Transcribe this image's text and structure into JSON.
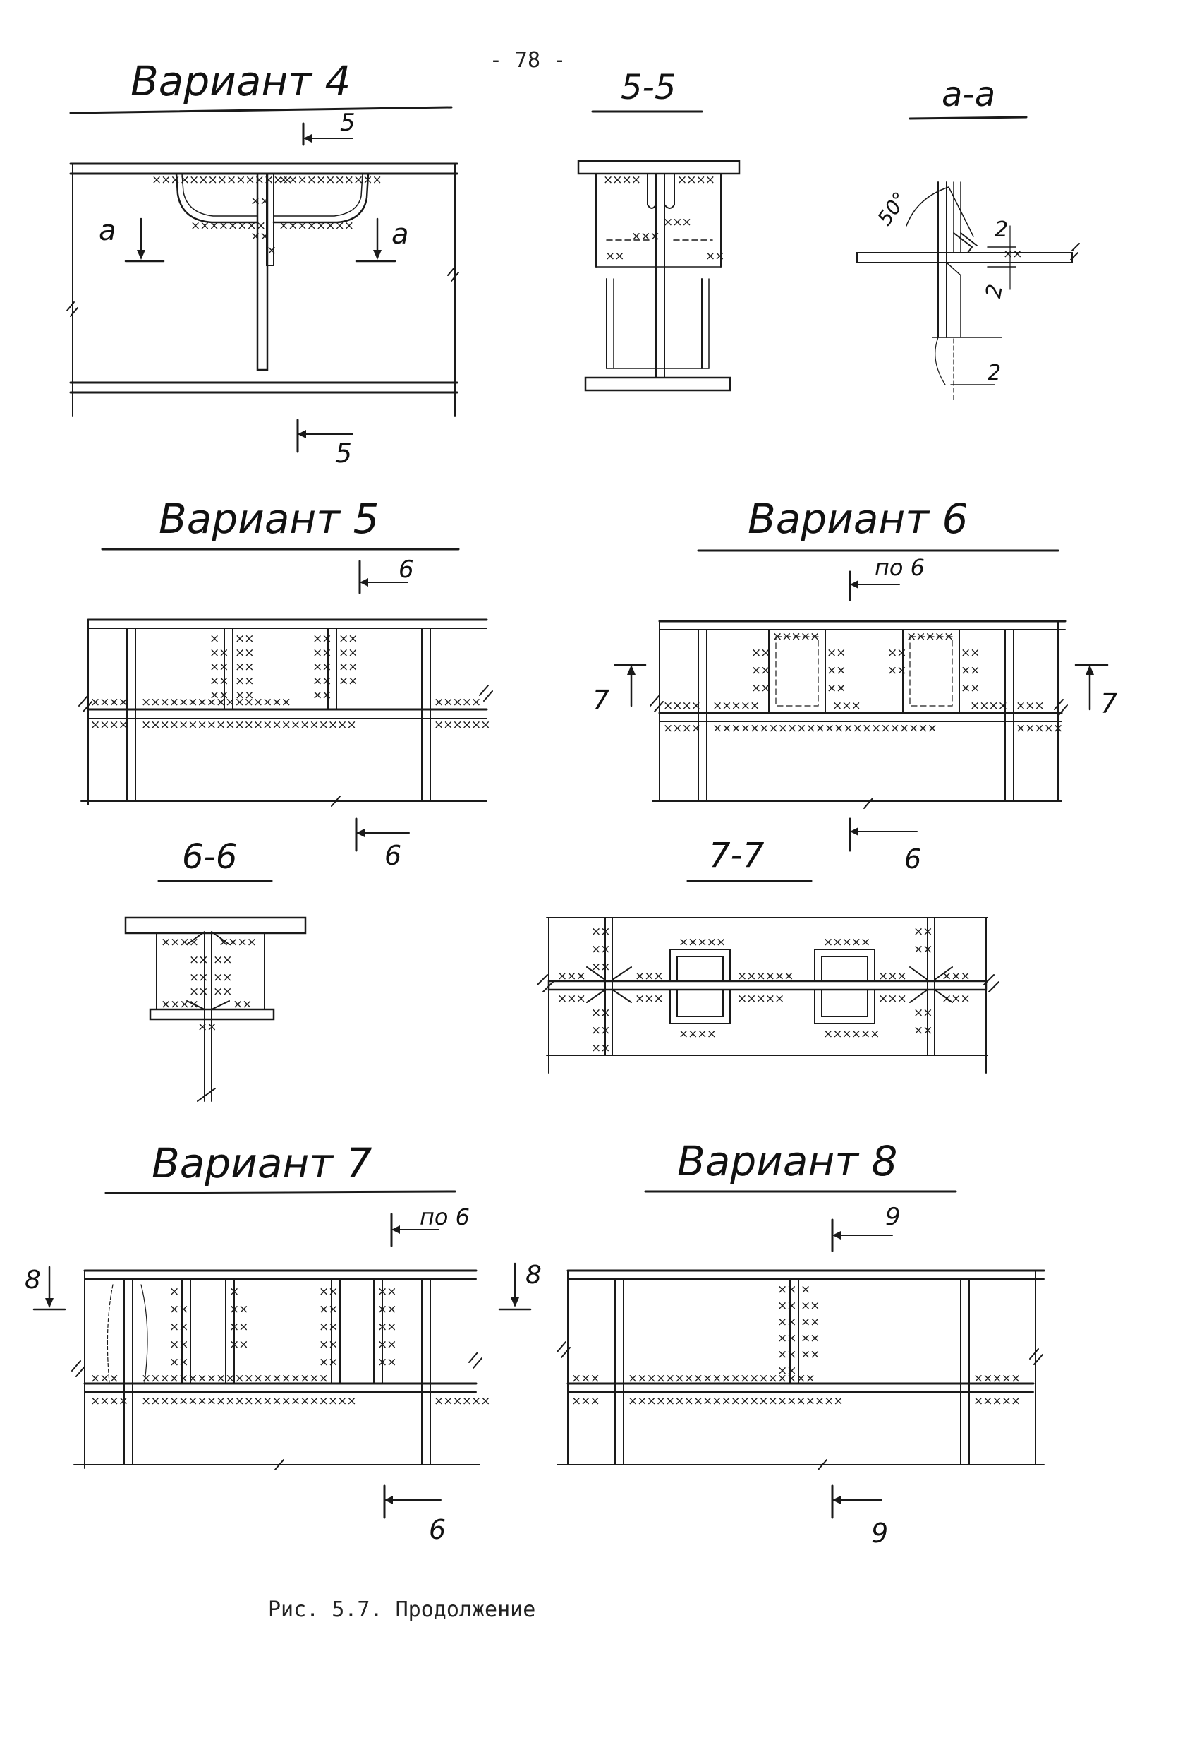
{
  "page_number": "- 78 -",
  "caption": "Рис. 5.7. Продолжение",
  "weld_mark": "×",
  "variant4": {
    "title": "Вариант 4",
    "section_mark": "5",
    "aa_left": "а",
    "aa_right": "а"
  },
  "section_5_5": {
    "title": "5-5"
  },
  "section_a_a": {
    "title": "а-а",
    "angle": "50°",
    "dim_1": "2",
    "dim_2": "2",
    "dim_3": "2"
  },
  "variant5": {
    "title": "Вариант 5",
    "section_top": "6",
    "section_bottom": "6"
  },
  "variant6": {
    "title": "Вариант 6",
    "section_top": "по 6",
    "section_left": "7",
    "section_right": "7",
    "section_bottom": "6"
  },
  "section_6_6": {
    "title": "6-6"
  },
  "section_7_7": {
    "title": "7-7"
  },
  "variant7": {
    "title": "Вариант 7",
    "section_top": "по 6",
    "section_left": "8",
    "section_right": "8",
    "section_bottom": "6"
  },
  "variant8": {
    "title": "Вариант 8",
    "section_top": "9",
    "section_bottom": "9"
  }
}
